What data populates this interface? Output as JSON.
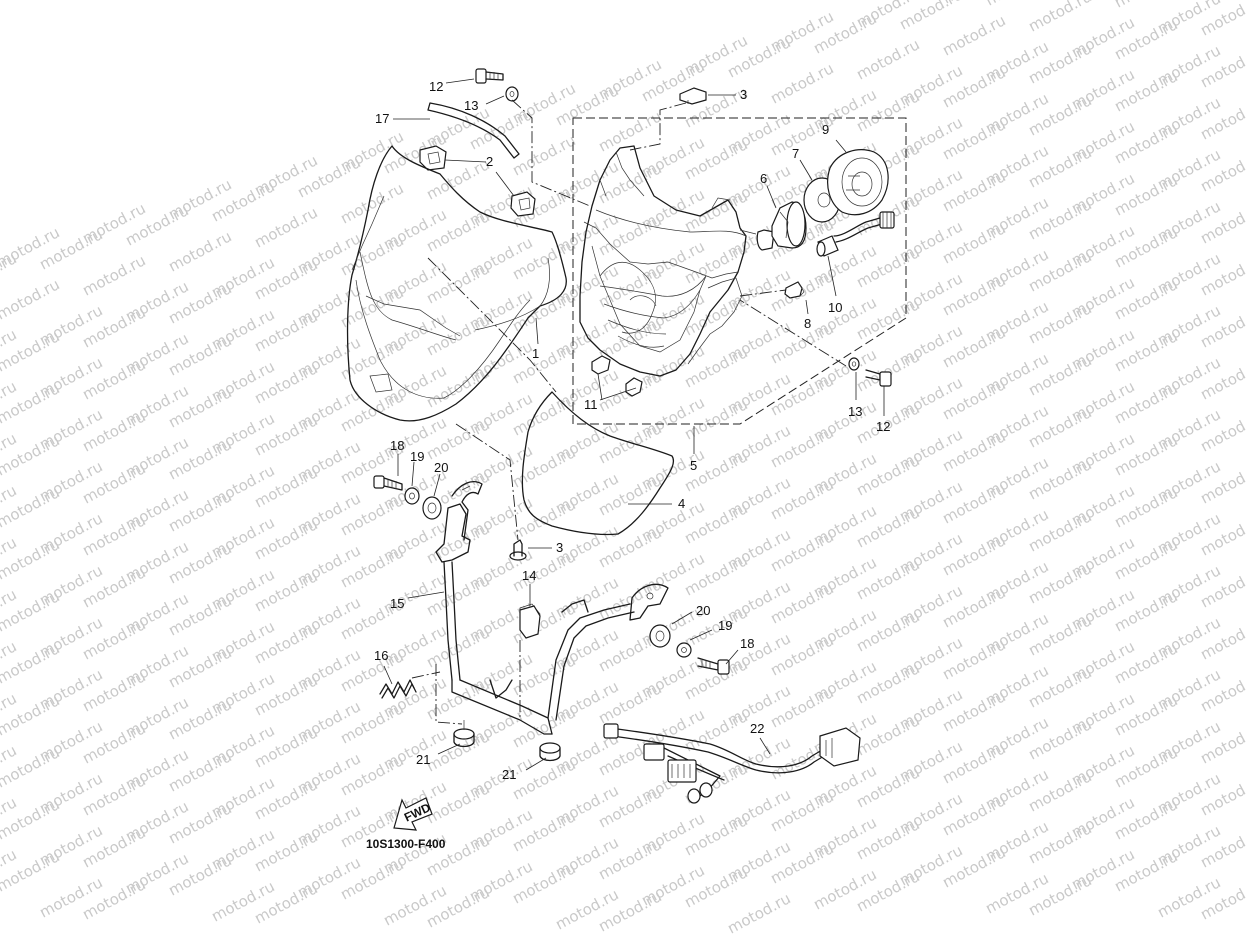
{
  "watermark": {
    "text": "motod.ru",
    "color": "#c9c9c9"
  },
  "diagram": {
    "code": "10S1300-F400",
    "fwd_label": "FWD",
    "callouts": [
      {
        "id": "c12a",
        "label": "12"
      },
      {
        "id": "c13a",
        "label": "13"
      },
      {
        "id": "c17",
        "label": "17"
      },
      {
        "id": "c2",
        "label": "2"
      },
      {
        "id": "c3a",
        "label": "3"
      },
      {
        "id": "c9",
        "label": "9"
      },
      {
        "id": "c7",
        "label": "7"
      },
      {
        "id": "c6",
        "label": "6"
      },
      {
        "id": "c1",
        "label": "1"
      },
      {
        "id": "c8",
        "label": "8"
      },
      {
        "id": "c10",
        "label": "10"
      },
      {
        "id": "c11",
        "label": "11"
      },
      {
        "id": "c13b",
        "label": "13"
      },
      {
        "id": "c12b",
        "label": "12"
      },
      {
        "id": "c5",
        "label": "5"
      },
      {
        "id": "c18a",
        "label": "18"
      },
      {
        "id": "c19a",
        "label": "19"
      },
      {
        "id": "c20a",
        "label": "20"
      },
      {
        "id": "c4",
        "label": "4"
      },
      {
        "id": "c3b",
        "label": "3"
      },
      {
        "id": "c14",
        "label": "14"
      },
      {
        "id": "c15",
        "label": "15"
      },
      {
        "id": "c20b",
        "label": "20"
      },
      {
        "id": "c19b",
        "label": "19"
      },
      {
        "id": "c18b",
        "label": "18"
      },
      {
        "id": "c16",
        "label": "16"
      },
      {
        "id": "c22",
        "label": "22"
      },
      {
        "id": "c21a",
        "label": "21"
      },
      {
        "id": "c21b",
        "label": "21"
      }
    ]
  }
}
